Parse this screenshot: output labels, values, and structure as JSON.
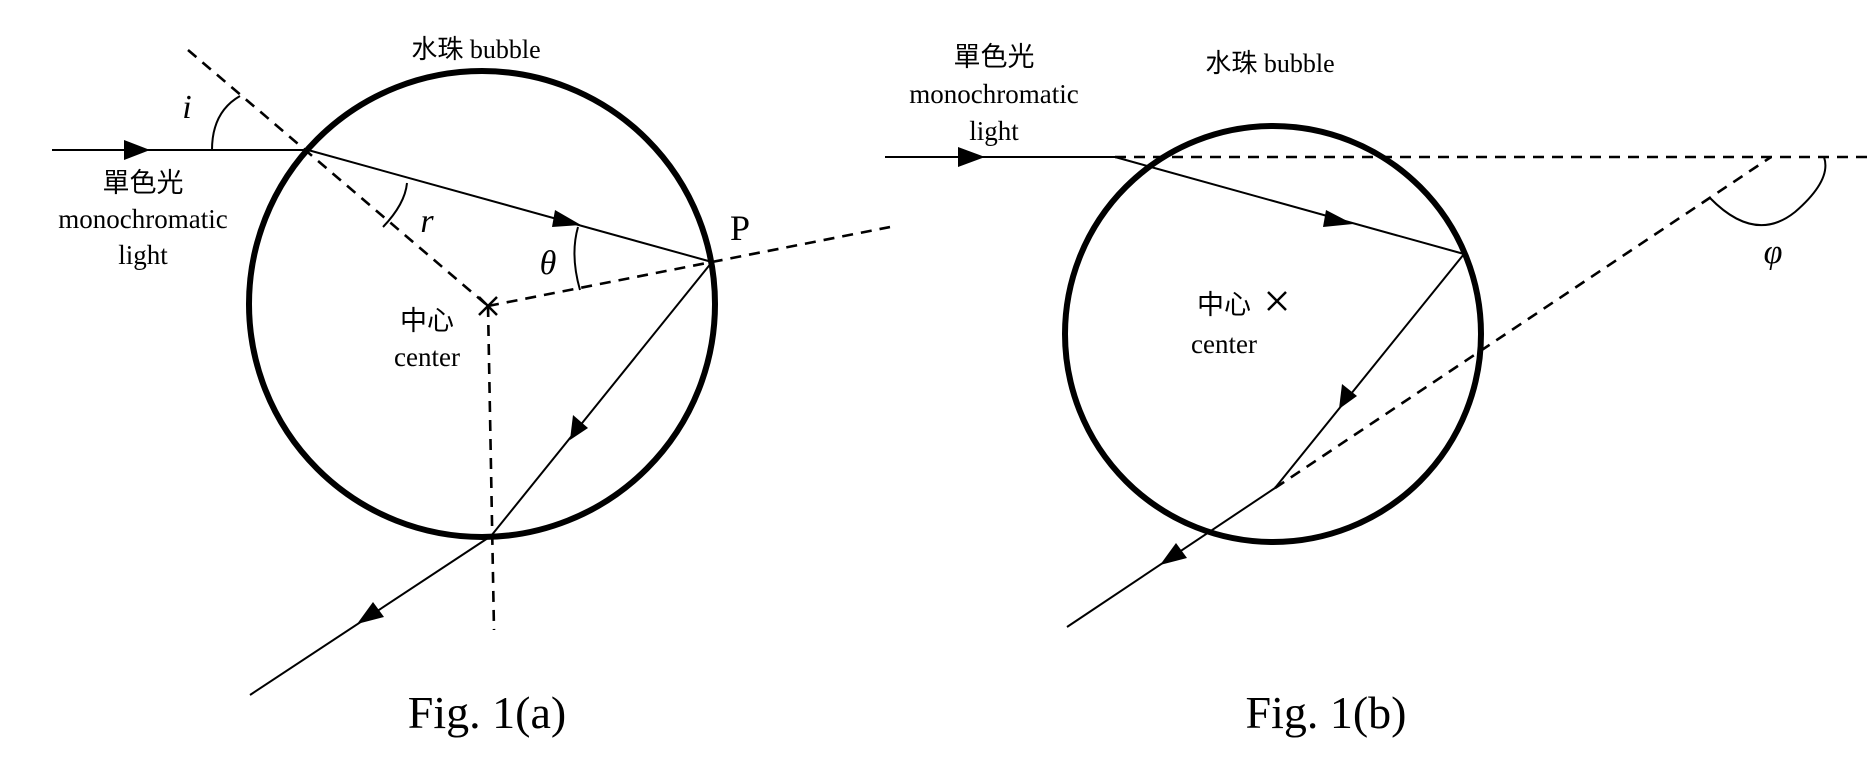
{
  "fig_a": {
    "bubble_label": "水珠 bubble",
    "light_zh": "單色光",
    "light_en_1": "monochromatic",
    "light_en_2": "light",
    "center_zh": "中心",
    "center_en": "center",
    "angle_i": "i",
    "angle_r": "r",
    "angle_theta": "θ",
    "point_p": "P",
    "caption": "Fig. 1(a)"
  },
  "fig_b": {
    "bubble_label": "水珠 bubble",
    "light_zh": "單色光",
    "light_en_1": "monochromatic",
    "light_en_2": "light",
    "center_zh": "中心",
    "center_en": "center",
    "angle_phi": "φ",
    "caption": "Fig. 1(b)"
  }
}
